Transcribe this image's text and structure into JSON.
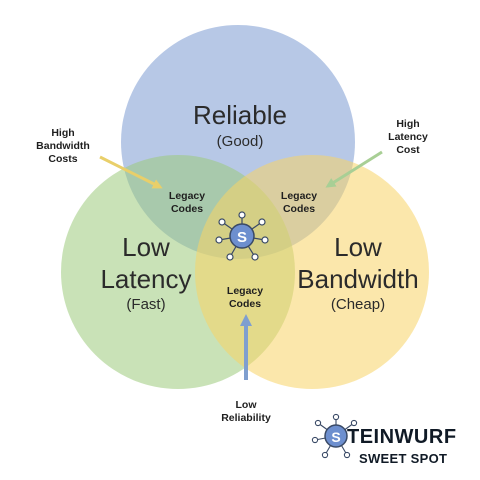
{
  "colors": {
    "reliable_circle": "#8aa6d6",
    "latency_circle": "#9ccb7c",
    "bandwidth_circle": "#f8d466",
    "arrow_left": "#e9cf6a",
    "arrow_right": "#a8cf95",
    "arrow_bottom": "#7f9fcf",
    "logo_blue": "#6d8fcf",
    "text": "#2b2b2b"
  },
  "circles": {
    "reliable": {
      "title": "Reliable",
      "subtitle": "(Good)"
    },
    "latency": {
      "title_line1": "Low",
      "title_line2": "Latency",
      "subtitle": "(Fast)"
    },
    "bandwidth": {
      "title_line1": "Low",
      "title_line2": "Bandwidth",
      "subtitle": "(Cheap)"
    }
  },
  "overlaps": {
    "reliable_latency": {
      "line1": "Legacy",
      "line2": "Codes"
    },
    "reliable_bandwidth": {
      "line1": "Legacy",
      "line2": "Codes"
    },
    "latency_bandwidth": {
      "line1": "Legacy",
      "line2": "Codes"
    },
    "center_icon": {
      "letter": "S",
      "icon": "steinwurf-node-icon"
    }
  },
  "callouts": {
    "high_bandwidth_costs": {
      "line1": "High",
      "line2": "Bandwidth",
      "line3": "Costs"
    },
    "high_latency_cost": {
      "line1": "High",
      "line2": "Latency",
      "line3": "Cost"
    },
    "low_reliability": {
      "line1": "Low",
      "line2": "Reliability"
    }
  },
  "logo": {
    "letter": "S",
    "name_rest": "TEINWURF",
    "tagline": "SWEET SPOT",
    "icon": "steinwurf-logo-icon"
  }
}
